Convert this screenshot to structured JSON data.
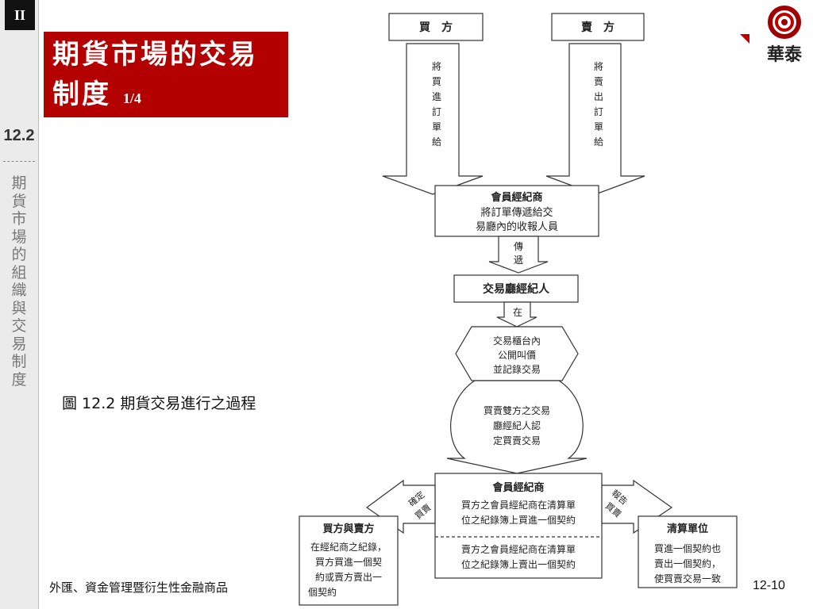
{
  "chapter_tab": "II",
  "section_number": "12.2",
  "section_title": "期貨市場的組織與交易制度",
  "slide_title": "期貨市場的交易制度",
  "title_page": "1/4",
  "logo_text": "華泰",
  "figure_caption": "圖 12.2  期貨交易進行之過程",
  "footer_left": "外匯、資金管理暨衍生性金融商品",
  "footer_right": "12-10",
  "flow": {
    "buyer": "買　方",
    "seller": "賣　方",
    "buyer_arrow": "將買進訂單給",
    "seller_arrow": "將賣出訂單給",
    "member_broker_1_title": "會員經紀商",
    "member_broker_1_line1": "將訂單傳遞給交",
    "member_broker_1_line2": "易廳內的收報人員",
    "transmit_arrow": "傳遞",
    "floor_broker": "交易廳經紀人",
    "at_label": "在",
    "pit_line1": "交易櫃台內",
    "pit_line2": "公開叫價",
    "pit_line3": "並記錄交易",
    "confirm_line1": "買賣雙方之交易",
    "confirm_line2": "廳經紀人認",
    "confirm_line3": "定買賣交易",
    "member_broker_2_title": "會員經紀商",
    "member_broker_2_buy1": "買方之會員經紀商在清算單",
    "member_broker_2_buy2": "位之紀錄簿上買進一個契約",
    "member_broker_2_sell1": "賣方之會員經紀商在清算單",
    "member_broker_2_sell2": "位之紀錄簿上賣出一個契約",
    "confirm_arrow_line1": "確定",
    "confirm_arrow_line2": "買賣",
    "report_arrow_line1": "報告",
    "report_arrow_line2": "買賣",
    "parties_title": "買方與賣方",
    "parties_line1": "在經紀商之紀錄，",
    "parties_line2": "買方買進一個契",
    "parties_line3": "約或賣方賣出一",
    "parties_line4": "個契約",
    "clearing_title": "清算單位",
    "clearing_line1": "買進一個契約也",
    "clearing_line2": "賣出一個契約，",
    "clearing_line3": "使買賣交易一致"
  },
  "colors": {
    "title_band": "#b30000",
    "sidebar": "#ebebeb",
    "logo_red": "#c00000"
  }
}
